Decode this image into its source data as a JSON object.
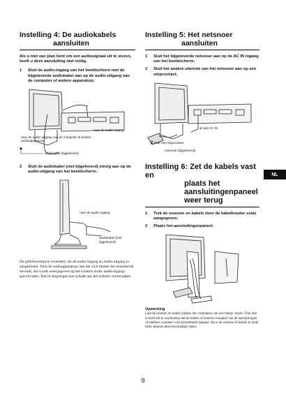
{
  "left": {
    "title_line1": "Instelling 4: De audiokabels",
    "title_line2": "aansluiten",
    "intro": "Als u niet van plan bent om een audiosignaal uit te sturen, heeft u deze aansluiting niet nodig.",
    "step1_num": "1",
    "step1_text": "Sluit de audio-ingang van het beeldscherm met de bijgeleverde audiokabel aan op de audio-uitgang van de computer of andere apparatuur.",
    "fig1_label_input": "naar de audio-ingang",
    "fig1_label_output": "naar de audio-uitgang van de computer of andere audioapparatuur",
    "fig1_label_cable": "audiokabel (bijgeleverd)",
    "step2_num": "2",
    "step2_text": "Sluit de audiokabel (niet bijgeleverd) stevig aan op de audio-uitgang van het beeldscherm.",
    "fig2_label_input": "naar de audio-ingang",
    "fig2_label_cable": "audiokabel (niet bijgeleverd)",
    "body": "De geluidweergave verandert, als de audio-ingang en audio-uitgang is aangesloten. Sluit de audioapparatuur aan die zich binnen het stuurbereik bevindt, dat wordt weergegeven op het schema onder audio-ingang-specificaties. Ken te bogeinput kan schade aan het scherm veroorzaken."
  },
  "right": {
    "title5_line1": "Instelling 5: Het netsnoer",
    "title5_line2": "aansluiten",
    "step1_num": "1",
    "step1_text": "Sluit het bijgeleverde netsnoer aan op de AC IN ingang van het beeldscherm.",
    "step2_num": "2",
    "step2_text": "Sluit het andere uiteinde van het netsnoer aan op een stopcontact.",
    "fig3_label_acin": "naar AC IN",
    "fig3_label_outlet": "naar een stopcontact",
    "fig3_label_cord": "netsnoer (bijgeleverd)",
    "fig3_num1": "1",
    "fig3_num2": "2",
    "title6_line1": "Instelling 6: Zet de kabels vast en",
    "title6_line2": "plaats het",
    "title6_line3": "aansluitingenpaneel",
    "title6_line4": "weer terug",
    "s6_step1_num": "1",
    "s6_step1_text": "Trek de snoeren en kabels door de kabelhouder zoals aangegeven.",
    "s6_step2_num": "2",
    "s6_step2_text": "Plaats het aansluitingenpaneel.",
    "note_heading": "Opmerking",
    "note_text": "Laat de snoeren en kabels tijdens het vastmaken van een beetje vieren. Trek niet te hard om te voorkomen dat de kabels of snoeren losraken van de aansluitingen of stekkers wanneer u de schermhoek aanpast. Als u de snoeren of kabels te strak trekt, kunnen deze beschadigd raken."
  },
  "lang_tab": "NL",
  "page_number": "9"
}
